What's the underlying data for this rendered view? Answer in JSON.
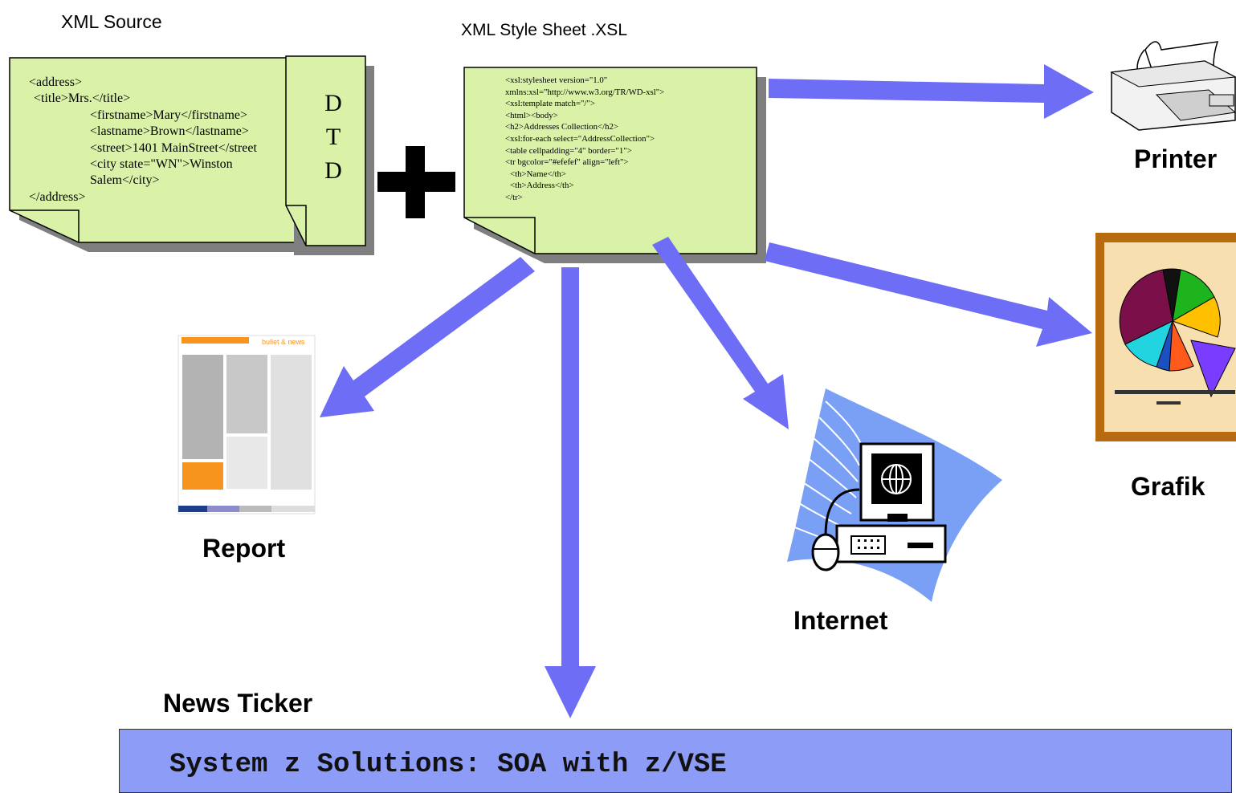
{
  "xml_source": {
    "title": "XML Source",
    "lines": [
      "<address>",
      " <title>Mrs.</title>",
      "<firstname>Mary</firstname>",
      "<lastname>Brown</lastname>",
      "<street>1401 MainStreet</street",
      "<city state=\"WN\">Winston",
      "Salem</city>",
      "</address>"
    ],
    "dtd_letters": [
      "D",
      "T",
      "D"
    ]
  },
  "xsl": {
    "title": "XML Style Sheet  .XSL",
    "lines": [
      "<xsl:stylesheet version=\"1.0\"",
      "xmlns:xsl=\"http://www.w3.org/TR/WD-xsl\">",
      "<xsl:template match=\"/\">",
      "<html><body>",
      "<h2>Addresses Collection</h2>",
      "<xsl:for-each select=\"AddressCollection\">",
      "<table cellpadding=\"4\" border=\"1\">",
      "<tr bgcolor=\"#efefef\" align=\"left\">",
      "  <th>Name</th>",
      "  <th>Address</th>",
      "</tr>"
    ]
  },
  "outputs": {
    "printer": "Printer",
    "grafik": "Grafik",
    "report": "Report",
    "internet": "Internet",
    "news_ticker": "News Ticker"
  },
  "ticker": {
    "text": "System z Solutions: SOA with z/VSE"
  },
  "colors": {
    "document_fill": "#d9f2a8",
    "shadow": "#7f7f7f",
    "arrow": "#6d6df5",
    "ticker_bg": "#8c9cf7",
    "grafik_frame": "#b86a10",
    "grafik_fill": "#f7dfb0"
  }
}
